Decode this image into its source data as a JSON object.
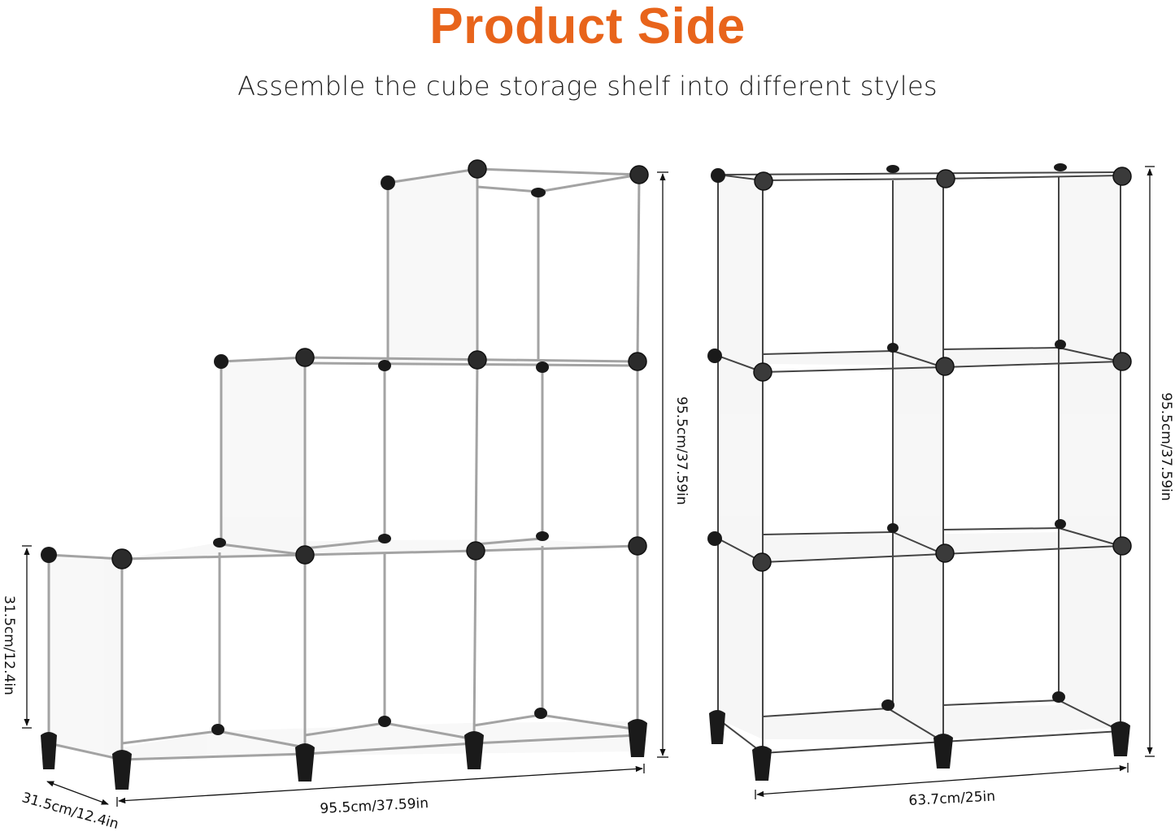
{
  "header": {
    "title": "Product Side",
    "subtitle": "Assemble the cube storage shelf into different styles",
    "title_color": "#E8641B"
  },
  "colors": {
    "panel": "#FAFAFA",
    "frame": "#9A9A9A",
    "connector": "#2B2B2B",
    "foot": "#1A1A1A",
    "dimension_line": "#111111"
  },
  "left_shelf": {
    "name": "staircase cube shelf",
    "layout": "3-2-1 staircase, 6 cubes",
    "dimensions": {
      "height": "95.5cm/37.59in",
      "width": "95.5cm/37.59in",
      "depth": "31.5cm/12.4in",
      "cube_height": "31.5cm/12.4in"
    }
  },
  "right_shelf": {
    "name": "2x3 cube shelf",
    "layout": "2 columns x 3 rows, 6 cubes",
    "dimensions": {
      "height": "95.5cm/37.59in",
      "width": "63.7cm/25in"
    }
  }
}
